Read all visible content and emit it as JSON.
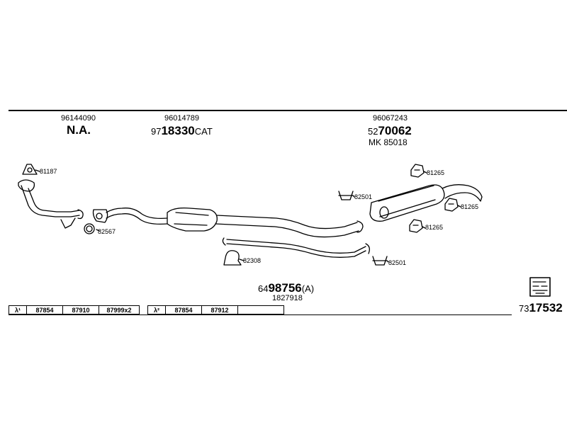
{
  "header_parts": {
    "left_top": "96144090",
    "left_main": "N.A.",
    "mid_top": "96014789",
    "mid_prefix": "97",
    "mid_main": "18330",
    "mid_suffix": "CAT",
    "right_top": "96067243",
    "right_prefix": "52",
    "right_main": "70062",
    "right_sub": "MK  85018"
  },
  "callouts": {
    "c81187": "81187",
    "c82567": "82567",
    "c82308": "82308",
    "c82501a": "82501",
    "c82501b": "82501",
    "c81265a": "81265",
    "c81265b": "81265",
    "c81265c": "81265"
  },
  "bottom": {
    "kit_prefix": "64",
    "kit_main": "98756",
    "kit_suffix": "(A)",
    "kit_sub": "1827918",
    "ref_prefix": "73",
    "ref_main": "17532"
  },
  "table1": [
    "λ¹",
    "87854",
    "87910",
    "87999x2"
  ],
  "table2": [
    "λ²",
    "87854",
    "87912",
    ""
  ],
  "colors": {
    "line": "#000000",
    "background": "#ffffff",
    "fill": "#ffffff"
  }
}
